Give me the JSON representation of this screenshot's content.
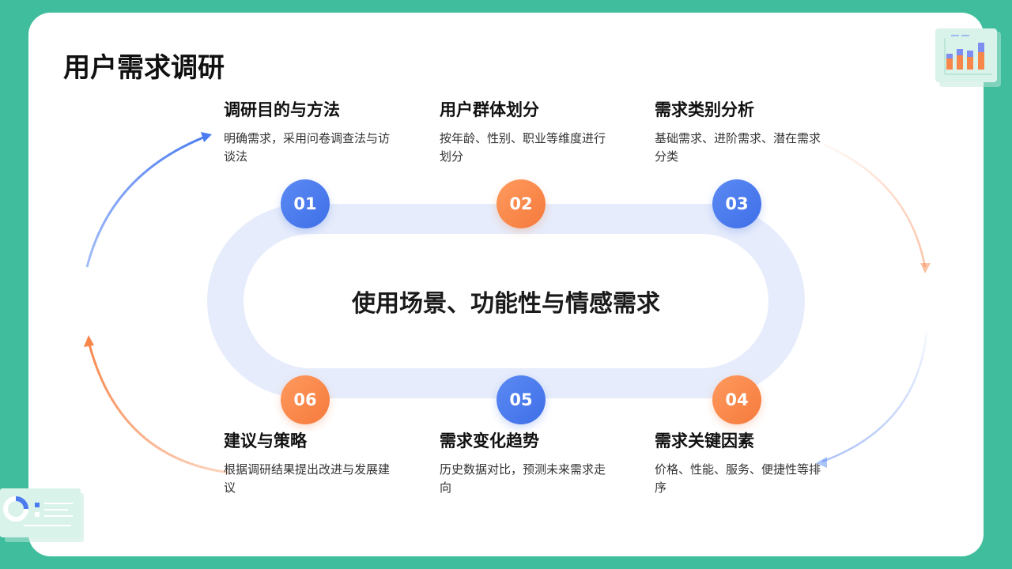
{
  "page": {
    "title": "用户需求调研"
  },
  "center": {
    "text": "使用场景、功能性与情感需求"
  },
  "colors": {
    "background": "#3fbd9c",
    "blue": "#4a7cf0",
    "orange": "#f7864a",
    "track": "#e6ecfb"
  },
  "items": [
    {
      "num": "01",
      "title": "调研目的与方法",
      "desc": "明确需求，采用问卷调查法与访谈法"
    },
    {
      "num": "02",
      "title": "用户群体划分",
      "desc": "按年龄、性别、职业等维度进行划分"
    },
    {
      "num": "03",
      "title": "需求类别分析",
      "desc": "基础需求、进阶需求、潜在需求分类"
    },
    {
      "num": "04",
      "title": "需求关键因素",
      "desc": "价格、性能、服务、便捷性等排序"
    },
    {
      "num": "05",
      "title": "需求变化趋势",
      "desc": "历史数据对比，预测未来需求走向"
    },
    {
      "num": "06",
      "title": "建议与策略",
      "desc": "根据调研结果提出改进与发展建议"
    }
  ],
  "decorations": {
    "top_right": "bar-chart-icon",
    "bottom_left": "donut-chart-icon"
  }
}
